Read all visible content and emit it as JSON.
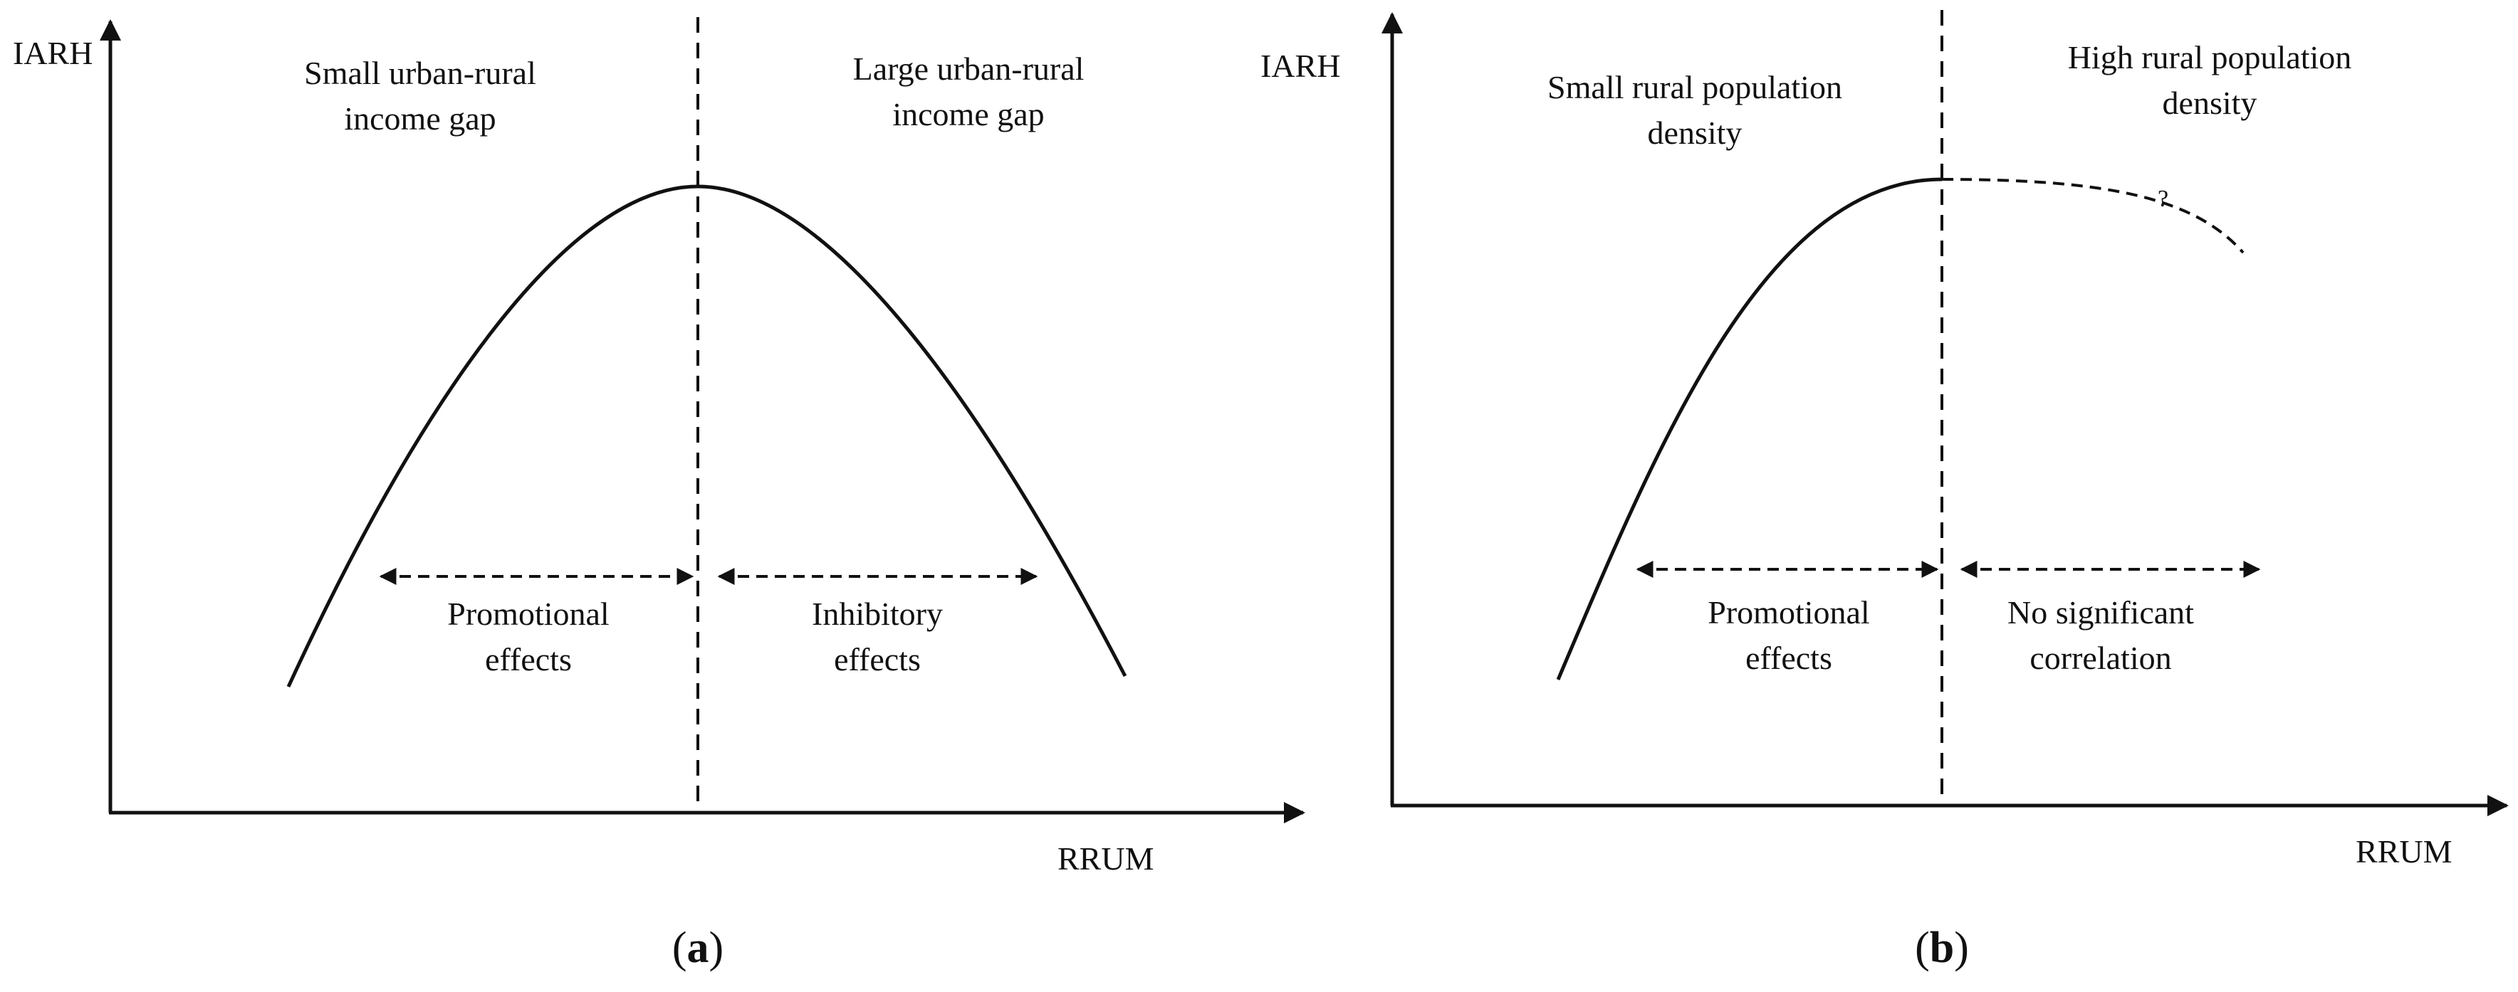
{
  "panels": [
    {
      "id": "a",
      "y_label": "IARH",
      "x_label": "RRUM",
      "left_region": [
        "Small urban-rural",
        "income gap"
      ],
      "right_region": [
        "Large urban-rural",
        "income gap"
      ],
      "left_effect": [
        "Promotional",
        "effects"
      ],
      "right_effect": [
        "Inhibitory",
        "effects"
      ],
      "sub_open": "(",
      "sub_letter": "a",
      "sub_close": ")"
    },
    {
      "id": "b",
      "y_label": "IARH",
      "x_label": "RRUM",
      "left_region": [
        "Small rural population",
        "density"
      ],
      "right_region": [
        "High rural population",
        "density"
      ],
      "left_effect": [
        "Promotional",
        "effects"
      ],
      "right_effect": [
        "No significant",
        "correlation"
      ],
      "question_mark": "?",
      "sub_open": "(",
      "sub_letter": "b",
      "sub_close": ")"
    }
  ],
  "colors": {
    "ink": "#111111",
    "background": "#ffffff"
  }
}
